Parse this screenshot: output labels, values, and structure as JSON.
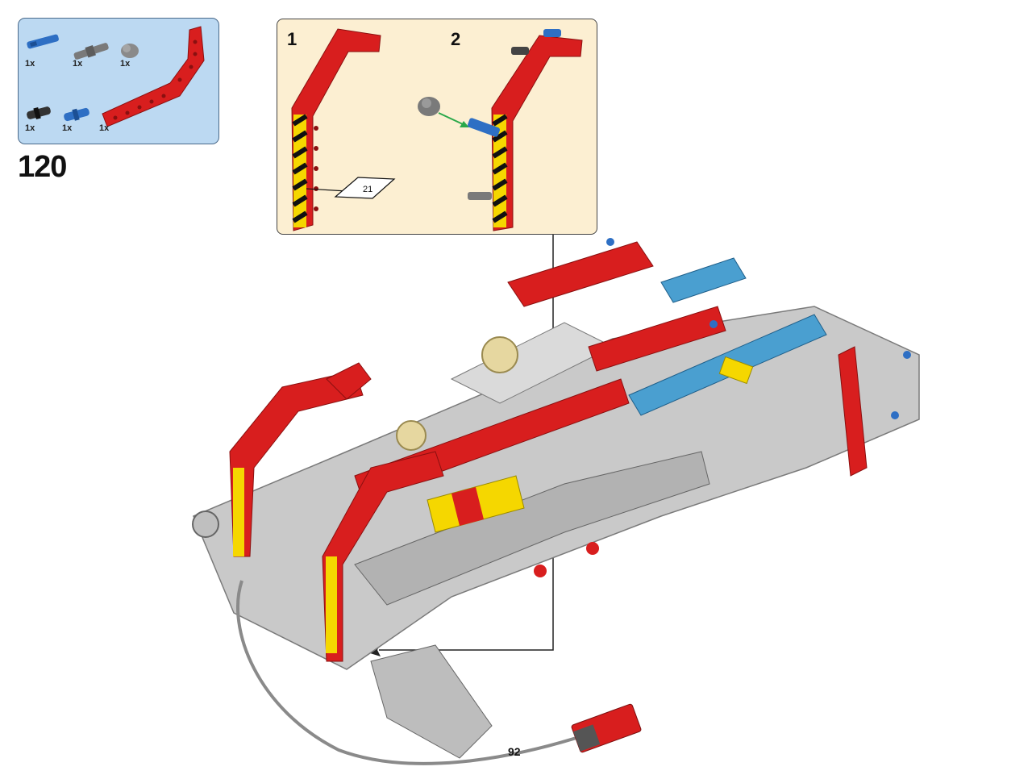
{
  "step": {
    "number": "120"
  },
  "parts_list": [
    {
      "quantity": "1x",
      "icon": "blue-axle-pin-icon",
      "color": "#2e6fc4"
    },
    {
      "quantity": "1x",
      "icon": "grey-axle-icon",
      "color": "#7a7a7a"
    },
    {
      "quantity": "1x",
      "icon": "grey-bush-icon",
      "color": "#8a8a8a"
    },
    {
      "quantity": "1x",
      "icon": "black-friction-pin-icon",
      "color": "#333333"
    },
    {
      "quantity": "1x",
      "icon": "blue-pin-icon",
      "color": "#2e6fc4"
    },
    {
      "quantity": "1x",
      "icon": "red-bent-beam-icon",
      "color": "#d81e1e"
    }
  ],
  "sub_assembly": {
    "steps": [
      {
        "number": "1",
        "sticker_label": "21"
      },
      {
        "number": "2"
      }
    ]
  },
  "page": {
    "number": "92"
  },
  "colors": {
    "parts_background": "#bcd9f2",
    "subassembly_background": "#fcefd2",
    "beam_red": "#d81e1e",
    "beam_blue": "#4a9fd0",
    "beam_grey": "#b8b8b8",
    "accent_yellow": "#f5d700"
  }
}
